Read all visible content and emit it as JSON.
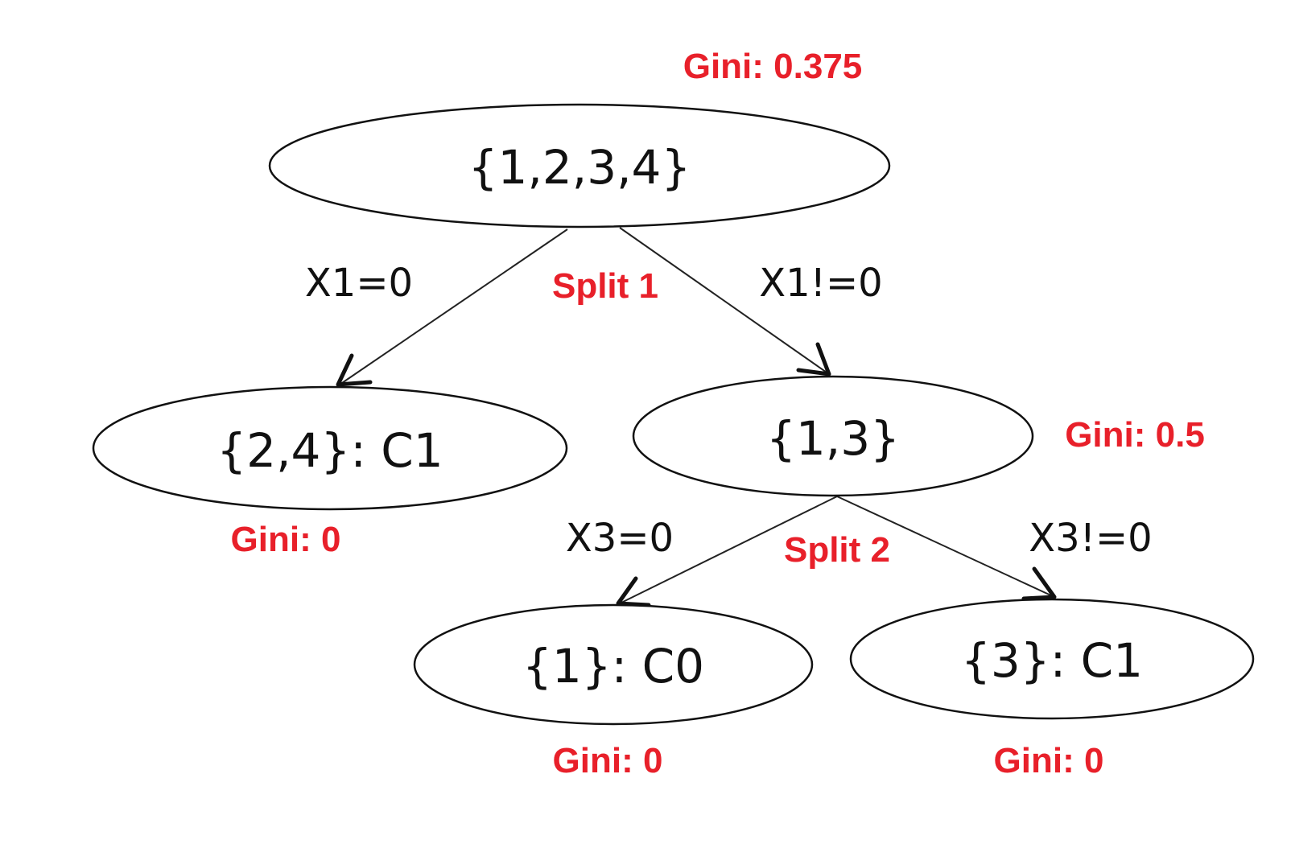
{
  "colors": {
    "annotation": "#e8202a",
    "ink": "#111111"
  },
  "nodes": {
    "root": {
      "label": "{1,2,3,4}",
      "gini": "Gini: 0.375"
    },
    "left": {
      "label": "{2,4}: C1",
      "gini": "Gini: 0"
    },
    "right": {
      "label": "{1,3}",
      "gini": "Gini: 0.5"
    },
    "right_left": {
      "label": "{1}: C0",
      "gini": "Gini: 0"
    },
    "right_right": {
      "label": "{3}: C1",
      "gini": "Gini: 0"
    }
  },
  "edges": {
    "root_to_left": "X1=0",
    "root_to_right": "X1!=0",
    "right_to_right_left": "X3=0",
    "right_to_right_right": "X3!=0"
  },
  "splits": {
    "split1": "Split 1",
    "split2": "Split 2"
  }
}
